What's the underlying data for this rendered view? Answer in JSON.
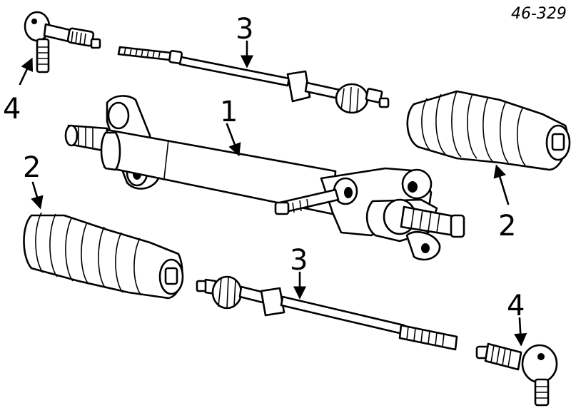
{
  "reference_code": "46-329",
  "callouts": {
    "rack_housing": "1",
    "boot_upper_right": "2",
    "boot_lower_left": "2",
    "boot_lower_right_label": "2",
    "tie_rod_upper": "3",
    "tie_rod_lower": "3",
    "tie_rod_end_upper_left": "4",
    "tie_rod_end_lower_right": "4"
  }
}
